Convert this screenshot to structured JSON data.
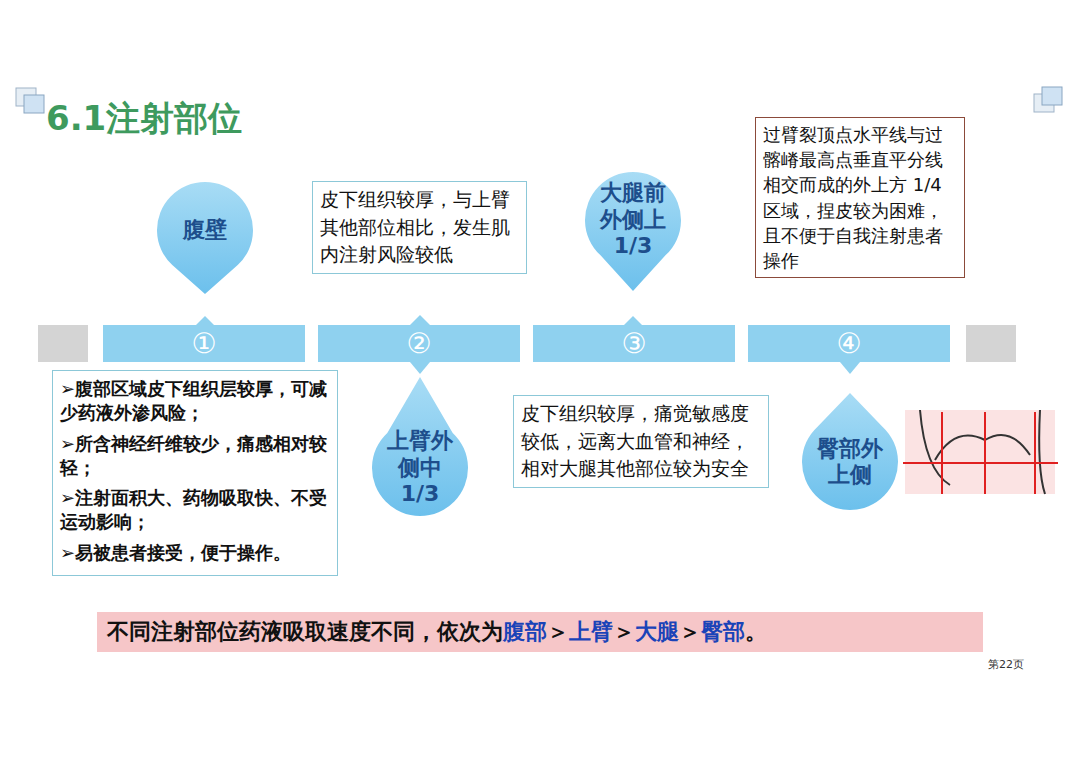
{
  "diagram": {
    "title": "6.1注射部位",
    "nodes": [
      {
        "text": [
          "腹壁"
        ]
      },
      {
        "text": [
          "皮下组织较厚，与上臂其他部位相比，发生肌内注射风险较低"
        ]
      },
      {
        "text": [
          "大腿前外侧上 1/3"
        ]
      },
      {
        "text": [
          "过臂裂顶点水平线与过髂嵴最高点垂直平分线相交而成的外上方 1/4 区域，捏皮较为困难，且不便于自我注射患者操作"
        ]
      },
      {
        "text": [
          "①"
        ]
      },
      {
        "text": [
          "②"
        ]
      },
      {
        "text": [
          "③"
        ]
      },
      {
        "text": [
          "④"
        ]
      },
      {
        "text": [
          "➢腹部区域皮下组织层较厚，可减少药液外渗风险；",
          "➢所含神经纤维较少，痛感相对较轻；",
          "➢注射面积大、药物吸取快、不受运动影响；",
          "➢易被患者接受，便于操作。"
        ]
      },
      {
        "text": [
          "上臂外侧中 1/3"
        ]
      },
      {
        "text": [
          "皮下组织较厚，痛觉敏感度较低，远离大血管和神经， 相对大腿其他部位较为安全"
        ]
      },
      {
        "text": [
          "臀部外上侧"
        ]
      },
      {
        "text": [
          "不同注射部位药液吸取速度不同，依次为",
          "腹部",
          " ＞",
          "上臂",
          " ＞",
          "大腿",
          " ＞",
          "臀部",
          "。"
        ]
      }
    ],
    "labels": [
      "第22页"
    ]
  }
}
